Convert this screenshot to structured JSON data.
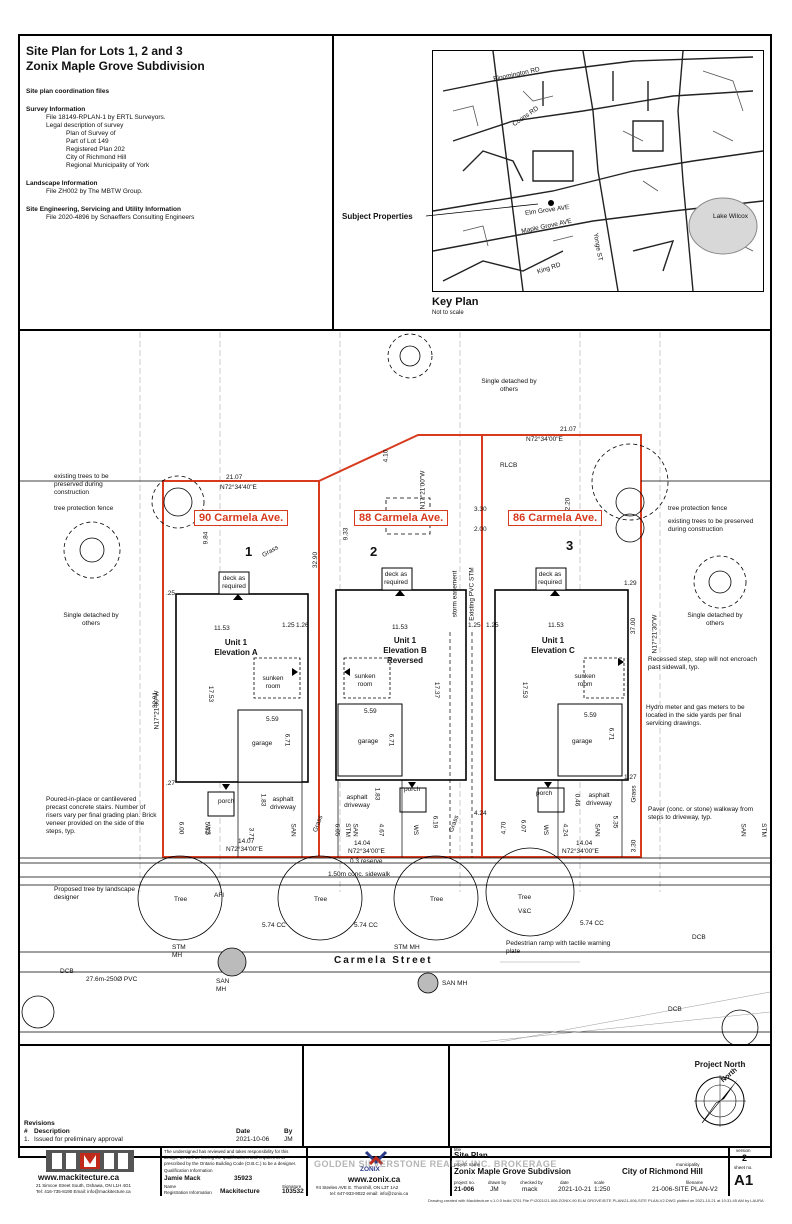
{
  "title_block": {
    "title_line1": "Site Plan for Lots 1, 2 and 3",
    "title_line2": "Zonix Maple Grove Subdivision",
    "coord_heading": "Site plan coordination files",
    "survey_heading": "Survey Information",
    "survey_file": "File 18149-RPLAN-1 by ERTL Surveyors.",
    "legal_heading": "Legal description of survey",
    "legal_lines": [
      "Plan of Survey of",
      "Part of Lot 149",
      "Registered Plan 202",
      "City of Richmond Hill",
      "Regional Municipality of York"
    ],
    "landscape_heading": "Landscape Information",
    "landscape_file": "File ZH002 by The MBTW Group.",
    "engineering_heading": "Site Engineering, Servicing and Utility Information",
    "engineering_file": "File 2020-4896 by Schaeffers Consulting Engineers"
  },
  "key_plan": {
    "subject_label": "Subject Properties",
    "title": "Key Plan",
    "subtitle": "Not to scale",
    "roads": [
      "Bloomington RD",
      "Coons RD",
      "Elm Grove AVE",
      "Maple Grove AVE",
      "King RD",
      "Yonge ST"
    ],
    "lake": "Lake Wilcox"
  },
  "site": {
    "lots": [
      {
        "num": "1",
        "address": "90 Carmela Ave.",
        "unit": "Unit 1",
        "elevation": "Elevation A"
      },
      {
        "num": "2",
        "address": "88 Carmela Ave.",
        "unit": "Unit 1",
        "elevation": "Elevation B",
        "elevation2": "Reversed"
      },
      {
        "num": "3",
        "address": "86 Carmela Ave.",
        "unit": "Unit 1",
        "elevation": "Elevation C"
      }
    ],
    "common": {
      "deck": "deck as required",
      "sunken": "sunken room",
      "garage": "garage",
      "porch": "porch",
      "asphalt": "asphalt driveway",
      "grass": "Grass",
      "width_11_53": "11.53",
      "width_5_59": "5.59",
      "depth_17_53": "17.53",
      "depth_17_37": "17.37",
      "garage_depth": "6.71",
      "tree": "Tree"
    },
    "dims": {
      "top_21_07_left": "21.07",
      "bearing_left": "N72°34'40\"E",
      "top_21_07_right": "21.07",
      "bearing_right": "N72°34'00\"E",
      "front_14_07": "14.07",
      "front_14_04_mid": "14.04",
      "front_14_04_right": "14.04",
      "bearing_front_left": "N72°34'00\"E",
      "bearing_front_mid": "N72°34'00\"E",
      "bearing_front_right": "N72°34'00\"E",
      "reserve": "0.3 reserve",
      "sidewalk": "1.50m conc. sidewalk",
      "cc1": "5.74 CC",
      "cc2": "5.74 CC",
      "cc3": "5.74 CC",
      "lot1_side": "32.91",
      "lot1_bearing": "N17°21'30\"W",
      "lot2_side": "32.90",
      "lot2_bearing": "N17°21'00\"W",
      "lot3_side": "37.00",
      "lot3_bearing": "N17°21'30\"W",
      "lot2_extra": "9.33",
      "lot2_top": "4.10",
      "lot1_rear": "9.84",
      "side_25_a": ".25",
      "side_125_a": "1.25",
      "side_126": "1.26",
      "side_125_b": "1.25",
      "side_125_c": "1.25",
      "side_129": "1.29",
      "side_127_a": ".27",
      "side_127_b": "1.27",
      "lot3_front": "3.30",
      "lot3_front_b": "4.24",
      "lot3_rear": "3.30",
      "lot2_rear": "2.00",
      "lot3_rear_b": "2.20",
      "lot3_rear_dist": "4.70",
      "lot1_front_a": "6.00",
      "lot1_front_b": "5.32",
      "lot1_front_c": "3.71",
      "lot2_front_a": "6.05",
      "lot2_front_b": "4.67",
      "lot2_front_c": "6.19",
      "lot3_front_a": "6.07",
      "lot3_front_c": "5.35",
      "lot2_step": "1.83",
      "lot1_step": "1.83",
      "lot3_step": "0.46",
      "easement": "storm easement",
      "easement2": "Existing PVC STM"
    },
    "labels": {
      "single_detached_top": "Single detached by others",
      "single_detached_left": "Single detached by others",
      "single_detached_right": "Single detached by others",
      "existing_trees_left": "existing trees to be preserved during construction",
      "tree_fence_left": "tree protection fence",
      "tree_fence_right": "tree protection fence",
      "existing_trees_right": "existing trees to be preserved during construction",
      "recessed_step": "Recessed step, step will not encroach past sidewall, typ.",
      "hydro": "Hydro meter and gas meters to be located in the side yards per final servicing drawings.",
      "poured": "Poured-in-place or cantilevered precast concrete stairs. Number of risers vary per final grading plan. Brick veneer provided on the side of the steps, typ.",
      "paver": "Paver (conc. or stone) walkway from steps to driveway, typ.",
      "proposed_tree": "Proposed tree by landscape designer",
      "pedestrian_ramp": "Pedestrian ramp with tactile warning plate",
      "rlcb": "RLCB",
      "afi": "AFI",
      "vc": "V&C",
      "dcb_1": "DCB",
      "dcb_2": "DCB",
      "dcb_3": "DCB",
      "stm_mh_left": "STM MH",
      "san_mh_left": "SAN MH",
      "stm_mh_mid": "STM MH",
      "san_mh_mid": "SAN MH",
      "pvc": "27.6m-250Ø PVC",
      "ws": "WS",
      "stm": "STM",
      "san": "SAN"
    },
    "street_name": "Carmela Street"
  },
  "footer": {
    "revisions_title": "Revisions",
    "rev_header_num": "#",
    "rev_header_desc": "Description",
    "rev_header_date": "Date",
    "rev_header_by": "By",
    "rev_1_num": "1.",
    "rev_1_desc": "Issued for preliminary approval",
    "rev_1_date": "2021-10-06",
    "rev_1_by": "JM",
    "mack_url": "www.mackitecture.ca",
    "mack_address": "21 Simcoe Street South, Oshawa, ON L1H 4G1",
    "mack_contact": "Tel: 416-735-8190  Email: info@mackitecture.ca",
    "qual_text": "The undersigned has reviewed and takes responsibility for this design, as well as having the qualifications and requirements prescribed by the Ontario Building Code (O.B.C.) to be a designer.",
    "qual_info": "Qualification Information",
    "designer_name": "Jamie Mack",
    "designer_bcin": "35923",
    "name_label": "Name",
    "signature_label": "Signature",
    "reg_info": "Registration Information",
    "firm": "Mackitecture",
    "firm_bcin": "103532",
    "zonix_name": "ZONIX",
    "zonix_url": "www.zonix.ca",
    "zonix_address": "#4 Steeles AVE E. Thornhill, ON L3T 1A2",
    "zonix_contact": "tel: 647-933-9022 email: info@zonix.ca",
    "title_label": "title",
    "title_value": "Site Plan",
    "project_name_label": "project name",
    "project_name": "Zonix Maple Grove Subdivsion",
    "municipality_label": "municipality",
    "municipality": "City of Richmond Hill",
    "project_no_label": "project no.",
    "project_no": "21-006",
    "drawn_by_label": "drawn by",
    "drawn_by": "JM",
    "checked_by_label": "checked by",
    "checked_by": "mack",
    "date_label": "date",
    "date": "2021-10-21",
    "scale_label": "scale",
    "scale": "1:250",
    "filename_label": "filename",
    "filename": "21-006-SITE PLAN-V2",
    "version_label": "version",
    "version": "2",
    "sheet_label": "sheet no.",
    "sheet": "A1",
    "north_label": "Project North",
    "north_word": "North",
    "watermark": "GOLDEN SILVERSTONE REALTY INC. BROKERAGE",
    "drawing_note": "Drawing created with Mackitecture v.1.0.0 build 3701 File P:\\2021\\21-006 ZONIX-90 ELM GROVE\\SITE PLAN\\21-006-SITE PLAN-V2.DWG plotted on 2021-10-21 at 10:31:45 AM by LAURA"
  }
}
